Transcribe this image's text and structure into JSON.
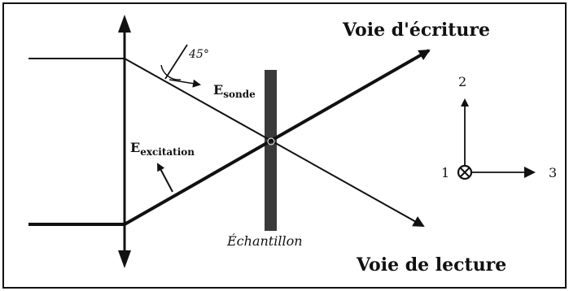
{
  "labels": {
    "write_path": "Voie d'écriture",
    "read_path": "Voie de lecture",
    "sample": "Échantillon",
    "probe_field_main": "E",
    "probe_field_sub": "sonde",
    "excitation_field_main": "E",
    "excitation_field_sub": "excitation",
    "angle": "45°"
  },
  "axes": {
    "axis_1": "1",
    "axis_2": "2",
    "axis_3": "3"
  },
  "colors": {
    "line": "#111111",
    "sample": "#3a3a3a",
    "frame": "#111111"
  }
}
